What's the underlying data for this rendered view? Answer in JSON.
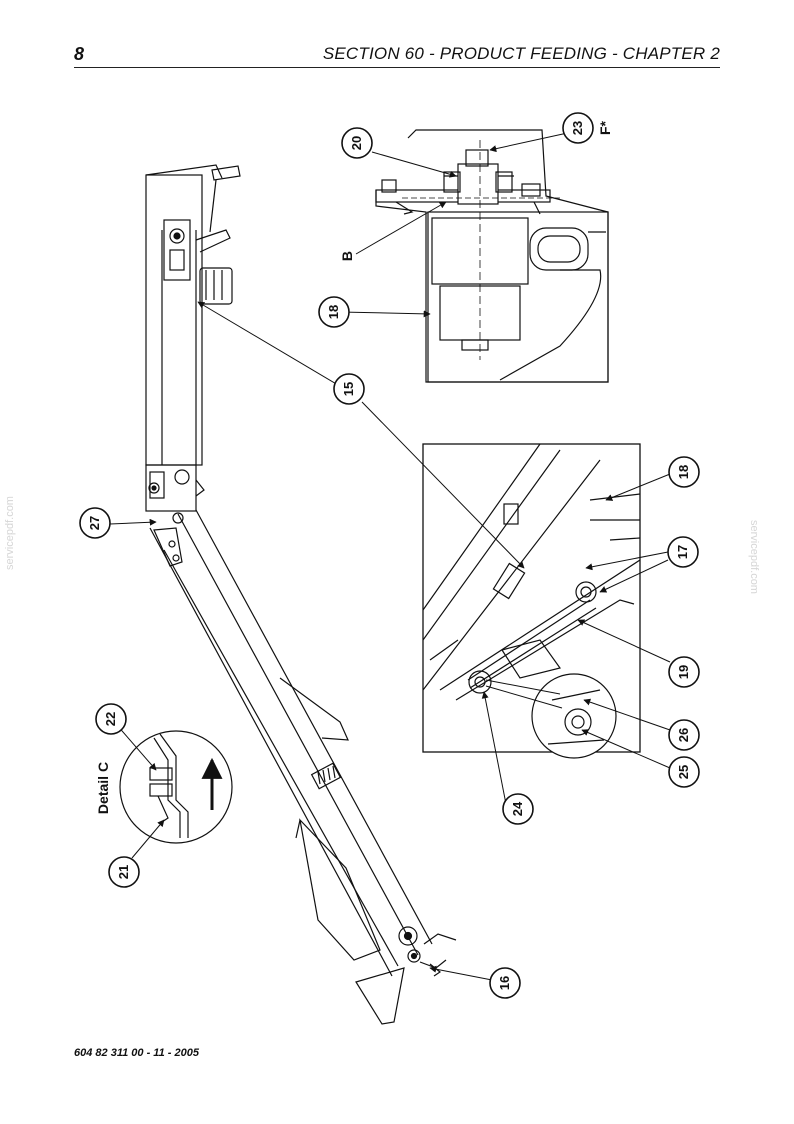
{
  "header": {
    "page_number": "8",
    "title": "SECTION 60 - PRODUCT FEEDING - CHAPTER 2"
  },
  "footer": {
    "code": "604 82 311 00 - 11 - 2005"
  },
  "watermark": "servicepdf.com",
  "figure": {
    "callouts": [
      "15",
      "16",
      "17",
      "18",
      "18",
      "19",
      "20",
      "21",
      "22",
      "23",
      "24",
      "25",
      "26",
      "27"
    ],
    "letters": [
      "B",
      "F*"
    ],
    "detail_label": "Detail C"
  }
}
